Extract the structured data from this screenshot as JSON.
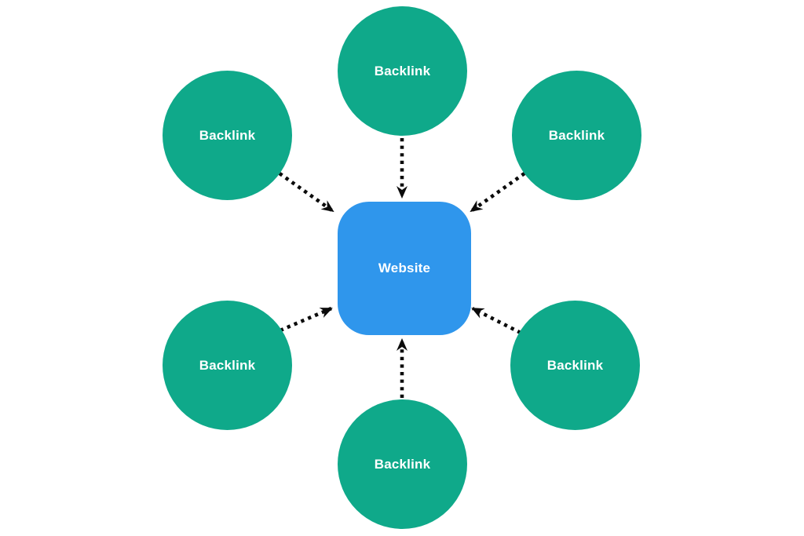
{
  "diagram": {
    "center_node": {
      "label": "Website",
      "shape": "rounded-square"
    },
    "backlink_nodes": [
      {
        "label": "Backlink",
        "position": "top"
      },
      {
        "label": "Backlink",
        "position": "top-left"
      },
      {
        "label": "Backlink",
        "position": "top-right"
      },
      {
        "label": "Backlink",
        "position": "bottom-left"
      },
      {
        "label": "Backlink",
        "position": "bottom-right"
      },
      {
        "label": "Backlink",
        "position": "bottom"
      }
    ],
    "arrows": {
      "style": "dotted",
      "direction": "backlinks-to-center",
      "count": 6
    }
  },
  "colors": {
    "node-green": "#0FA98A",
    "center-blue": "#2F96EC",
    "arrow-black": "#0B0B0B",
    "text-white": "#FFFFFF",
    "background": "#FFFFFF"
  }
}
